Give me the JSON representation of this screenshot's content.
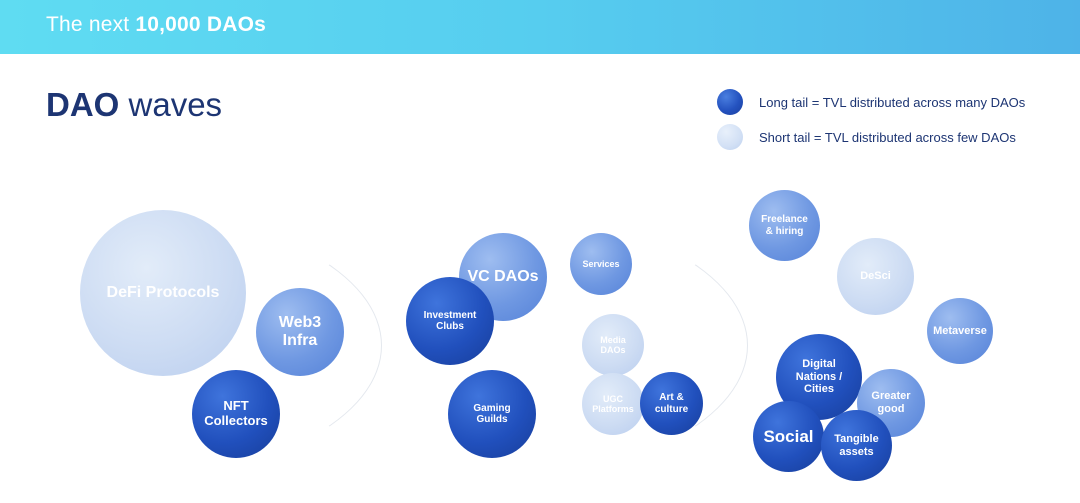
{
  "header": {
    "title_prefix": "The next",
    "title_bold": "10,000 DAOs"
  },
  "section": {
    "title_bold": "DAO",
    "title_rest": " waves"
  },
  "legend": {
    "long_tail": "Long tail = TVL distributed across many DAOs",
    "short_tail": "Short tail = TVL distributed across few DAOs"
  },
  "colors": {
    "dark": "#2452bf",
    "mid": "#6f98e2",
    "light": "#cddcf3",
    "title": "#1d3573"
  },
  "waves": [
    {
      "bubbles": [
        {
          "label": "DeFi Protocols",
          "tail": "short"
        },
        {
          "label": "Web3 Infra",
          "tail": "medium"
        },
        {
          "label": "NFT Collectors",
          "tail": "long"
        }
      ]
    },
    {
      "bubbles": [
        {
          "label": "VC DAOs",
          "tail": "medium"
        },
        {
          "label": "Investment Clubs",
          "tail": "long"
        },
        {
          "label": "Services",
          "tail": "medium"
        },
        {
          "label": "Media DAOs",
          "tail": "short"
        },
        {
          "label": "UGC Platforms",
          "tail": "short"
        },
        {
          "label": "Art & culture",
          "tail": "long"
        },
        {
          "label": "Gaming Guilds",
          "tail": "long"
        }
      ]
    },
    {
      "bubbles": [
        {
          "label": "Freelance & hiring",
          "tail": "medium"
        },
        {
          "label": "DeSci",
          "tail": "short"
        },
        {
          "label": "Metaverse",
          "tail": "medium"
        },
        {
          "label": "Digital Nations / Cities",
          "tail": "long"
        },
        {
          "label": "Greater good",
          "tail": "medium"
        },
        {
          "label": "Social",
          "tail": "long"
        },
        {
          "label": "Tangible assets",
          "tail": "long"
        }
      ]
    }
  ]
}
